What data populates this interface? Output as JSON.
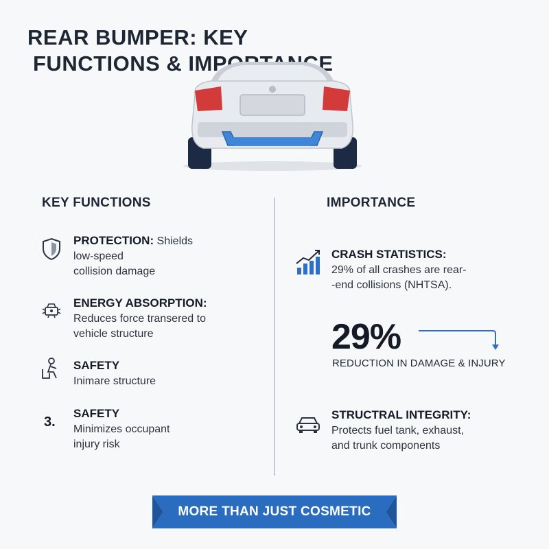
{
  "title": {
    "line1": "REAR BUMPER: KEY",
    "line2": "FUNCTIONS & IMPORTANCE"
  },
  "left_column": {
    "heading": "KEY FUNCTIONS",
    "items": [
      {
        "icon": "shield-icon",
        "title": "PROTECTION:",
        "text_inline": " Shields",
        "lines": [
          "low-speed",
          "collision damage"
        ]
      },
      {
        "icon": "impact-icon",
        "title": "ENERGY ABSORPTION:",
        "lines": [
          "Reduces force transered to",
          "vehicle structure"
        ]
      },
      {
        "icon": "occupant-icon",
        "title": "SAFETY",
        "lines": [
          "Inimare structure"
        ]
      },
      {
        "marker": "3.",
        "title": "SAFETY",
        "lines": [
          "Minimizes occupant",
          "injury risk"
        ]
      }
    ]
  },
  "right_column": {
    "heading": "IMPORTANCE",
    "crash": {
      "icon": "bar-chart-icon",
      "title": "CRASH STATISTICS:",
      "lines": [
        "29% of all crashes are rear-",
        "-end collisions (NHTSA)."
      ]
    },
    "stat": {
      "value": "29%",
      "caption": "REDUCTION IN DAMAGE & INJURY"
    },
    "integrity": {
      "icon": "car-front-icon",
      "title": "STRUCTRAL INTEGRITY:",
      "lines": [
        "Protects fuel tank, exhaust,",
        "and trunk components"
      ]
    }
  },
  "ribbon": {
    "text": "MORE THAN JUST COSMETIC"
  },
  "colors": {
    "accent": "#2f6fc4",
    "ribbon": "#2a6cbf",
    "bumper": "#3f86d9",
    "tail_light": "#d33a3a"
  }
}
